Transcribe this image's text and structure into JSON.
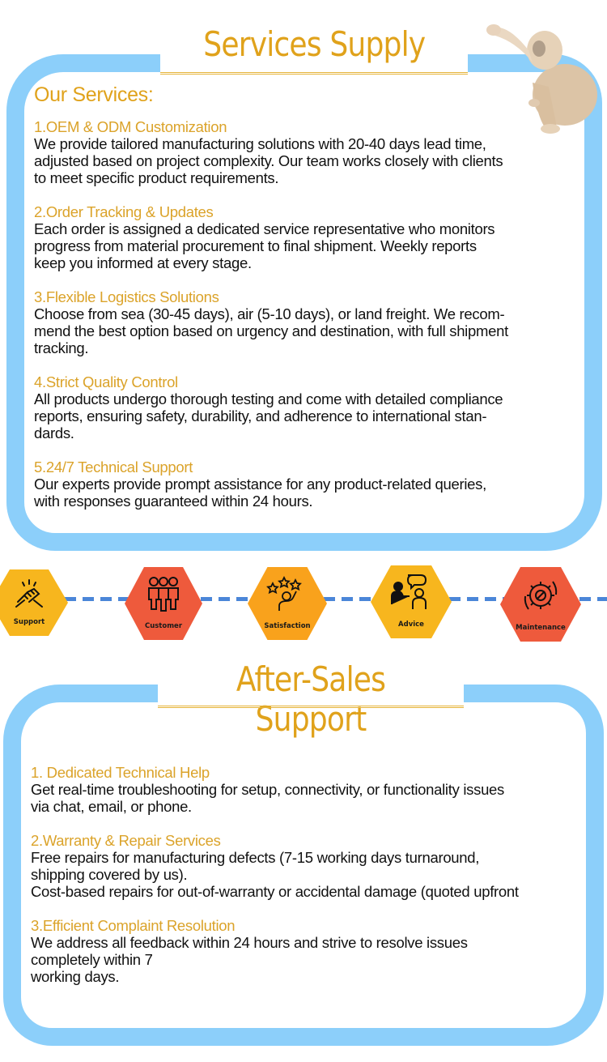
{
  "colors": {
    "accent": "#e0a21b",
    "frame": "#8ccffa",
    "dash": "#4b86d8",
    "hex_yellow": "#f7b61e",
    "hex_orange": "#f9a21c",
    "hex_red": "#ee5a3c"
  },
  "services": {
    "title": "Services Supply",
    "heading": "Our Services:",
    "items": [
      {
        "title": "1.OEM & ODM Customization",
        "body": "We provide tailored manufacturing solutions with 20-40 days lead time,\nadjusted based on project complexity. Our team works closely with clients\nto meet specific product requirements."
      },
      {
        "title": "2.Order Tracking & Updates",
        "body": "Each order is assigned a dedicated service representative who monitors\nprogress from material procurement to final shipment. Weekly reports\nkeep you informed at every stage."
      },
      {
        "title": "3.Flexible Logistics Solutions",
        "body": "Choose from sea (30-45 days), air (5-10 days), or land freight. We recom-\nmend the best option based on urgency and destination, with full shipment\ntracking."
      },
      {
        "title": "4.Strict Quality Control",
        "body": "All products undergo thorough testing and come with detailed compliance\nreports, ensuring safety, durability, and adherence to international stan-\ndards."
      },
      {
        "title": "5.24/7 Technical Support",
        "body": "Our experts provide prompt assistance for any product-related queries,\nwith responses guaranteed within 24 hours."
      }
    ]
  },
  "process": {
    "steps": [
      {
        "label": "Support",
        "icon": "handshake-icon"
      },
      {
        "label": "Customer",
        "icon": "people-icon"
      },
      {
        "label": "Satisfaction",
        "icon": "stars-person-icon"
      },
      {
        "label": "Advice",
        "icon": "consultation-icon"
      },
      {
        "label": "Maintenance",
        "icon": "gear-wrench-icon"
      }
    ]
  },
  "after_sales": {
    "title": "After-Sales Support",
    "items": [
      {
        "title": "1. Dedicated Technical Help",
        "body": "Get real-time troubleshooting for setup, connectivity, or functionality issues\nvia chat, email, or phone."
      },
      {
        "title": "2.Warranty & Repair Services",
        "body": "Free repairs for manufacturing defects (7-15 working days turnaround,\nshipping covered by us).\nCost-based repairs for out-of-warranty or accidental damage (quoted upfront"
      },
      {
        "title": "3.Efficient Complaint Resolution",
        "body": "We address all feedback within 24 hours and strive to resolve issues\ncompletely within 7\n working days."
      }
    ]
  }
}
